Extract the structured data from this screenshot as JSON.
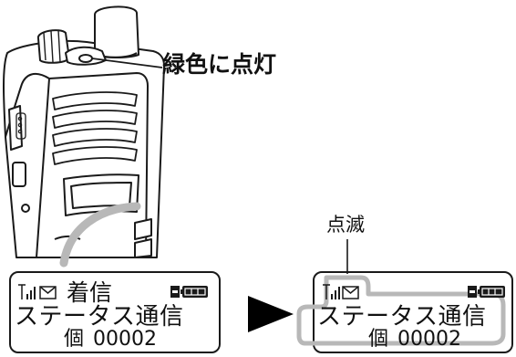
{
  "callout": {
    "label": "緑色に点灯"
  },
  "blink_label": "点滅",
  "screen_before": {
    "title": "着信",
    "message": "ステータス通信",
    "count_prefix": "個",
    "count_value": "00002"
  },
  "screen_after": {
    "message": "ステータス通信",
    "count_prefix": "個",
    "count_value": "00002"
  },
  "icons": [
    "antenna-signal-icon",
    "envelope-icon",
    "battery-icon",
    "arrow-right-icon"
  ],
  "colors": {
    "outline": "#1a1a1a",
    "highlight_gray": "#b8b8b8",
    "background": "#ffffff"
  }
}
